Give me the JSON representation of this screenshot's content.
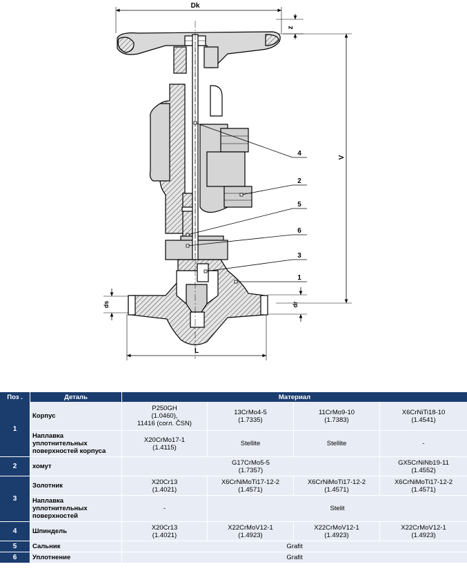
{
  "drawing": {
    "dim_dk": "Dk",
    "dim_z": "z",
    "dim_v": "V",
    "dim_l": "L",
    "dim_ds": "ds",
    "dim_dr": "dr",
    "callouts": [
      "4",
      "2",
      "5",
      "6",
      "3",
      "1"
    ]
  },
  "table": {
    "headers": {
      "pos": "Поз .",
      "part": "Деталь",
      "material": "Материал"
    },
    "rows": {
      "r1": {
        "pos": "1",
        "part": "Корпус",
        "m1": "P250GH\n(1.0460),\n11416 (согл. ČSN)",
        "m2": "13CrMo4-5\n(1.7335)",
        "m3": "11CrMo9-10\n(1.7383)",
        "m4": "X6CrNiTi18-10\n(1.4541)"
      },
      "r1b": {
        "part": "Наплавка\nуплотнительных\nповерхностей корпуса",
        "m1": "X20CrMo17-1\n(1.4115)",
        "m2": "Stellite",
        "m3": "Stellite",
        "m4": "-"
      },
      "r2": {
        "pos": "2",
        "part": "хомут",
        "m123": "G17CrMo5-5\n(1.7357)",
        "m4": "GX5CrNiNb19-11\n(1.4552)"
      },
      "r3": {
        "pos": "3",
        "part": "Золотник",
        "m1": "X20Cr13\n(1.4021)",
        "m2": "X6CrNiMoTi17-12-2\n(1.4571)",
        "m3": "X6CrNiMoTi17-12-2\n(1.4571)",
        "m4": "X6CrNiMoTi17-12-2\n(1.4571)"
      },
      "r3b": {
        "part": "Наплавка\nуплотнительных\nповерхностей",
        "m1": "-",
        "m234": "Stelit"
      },
      "r4": {
        "pos": "4",
        "part": "Шпиндель",
        "m1": "X20Cr13\n(1.4021)",
        "m2": "X22CrMoV12-1\n(1.4923)",
        "m3": "X22CrMoV12-1\n(1.4923)",
        "m4": "X22CrMoV12-1\n(1.4923)"
      },
      "r5": {
        "pos": "5",
        "part": "Сальник",
        "m": "Grafit"
      },
      "r6": {
        "pos": "6",
        "part": "Уплотнение",
        "m": "Grafit"
      }
    }
  },
  "colors": {
    "header_bg": "#1b3d6e",
    "cell_bg": "#e8edf5",
    "hatch": "#555555"
  }
}
